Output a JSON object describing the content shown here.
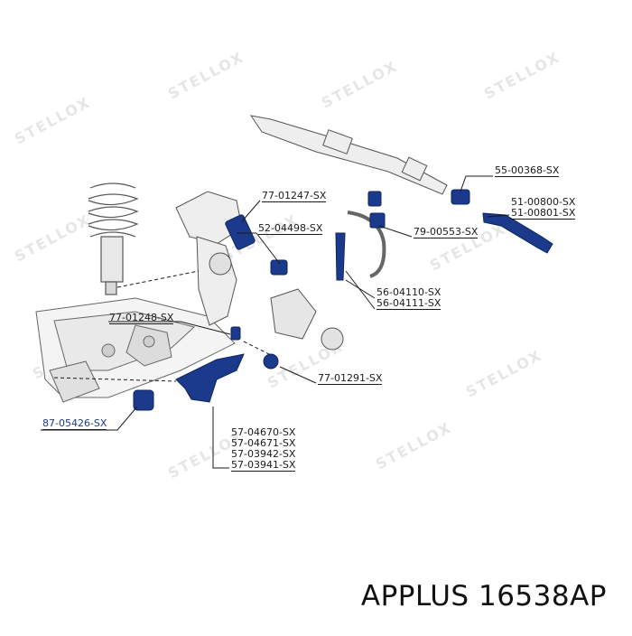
{
  "watermark": "STELLOX",
  "part_labels": {
    "p55_00368": "55-00368-SX",
    "p51_00800": "51-00800-SX",
    "p51_00801": "51-00801-SX",
    "p77_01247": "77-01247-SX",
    "p52_04498": "52-04498-SX",
    "p79_00553": "79-00553-SX",
    "p56_04110": "56-04110-SX",
    "p56_04111": "56-04111-SX",
    "p77_01248": "77-01248-SX",
    "p77_01291": "77-01291-SX",
    "p87_05426": "87-05426-SX",
    "p57_04670": "57-04670-SX",
    "p57_04671": "57-04671-SX",
    "p57_03942": "57-03942-SX",
    "p57_03941": "57-03941-SX"
  },
  "footer": {
    "brand": "APPLUS",
    "part_number": "16538AP"
  },
  "colors": {
    "highlight": "#1b3a8c",
    "line": "#1a1a1a",
    "part_stroke": "#555555",
    "part_fill": "#f2f2f2",
    "watermark": "#e6e6e6"
  }
}
